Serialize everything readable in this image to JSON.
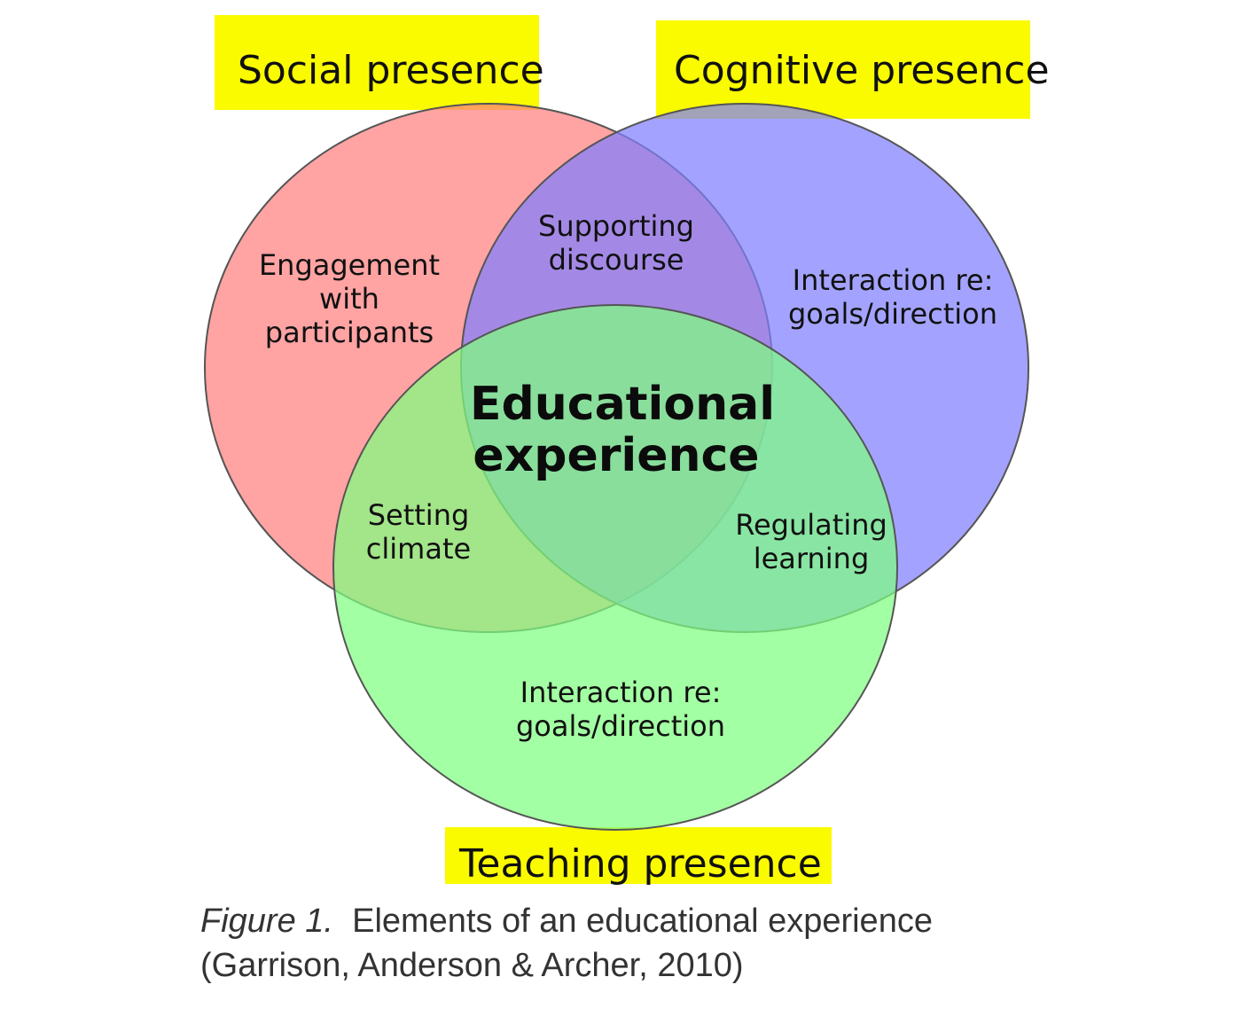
{
  "colors": {
    "social": "#ff7f7f",
    "cognitive": "#7f7fff",
    "teaching": "#7fff7f",
    "highlight": "#fbfb00",
    "outline": "#555555"
  },
  "labels": {
    "social": "Social presence",
    "cognitive": "Cognitive presence",
    "teaching": "Teaching presence"
  },
  "regions": {
    "social_only": [
      "Engagement",
      "with",
      "participants"
    ],
    "cognitive_only": [
      "Interaction re:",
      "goals/direction"
    ],
    "teaching_only": [
      "Interaction re:",
      "goals/direction"
    ],
    "social_cognitive": [
      "Supporting",
      "discourse"
    ],
    "social_teaching": [
      "Setting",
      "climate"
    ],
    "cognitive_teaching": [
      "Regulating",
      "learning"
    ],
    "center": [
      "Educational",
      "experience"
    ]
  },
  "caption": {
    "figure": "Figure 1.",
    "text": "Elements of an educational experience",
    "citation": "(Garrison, Anderson & Archer, 2010)"
  }
}
